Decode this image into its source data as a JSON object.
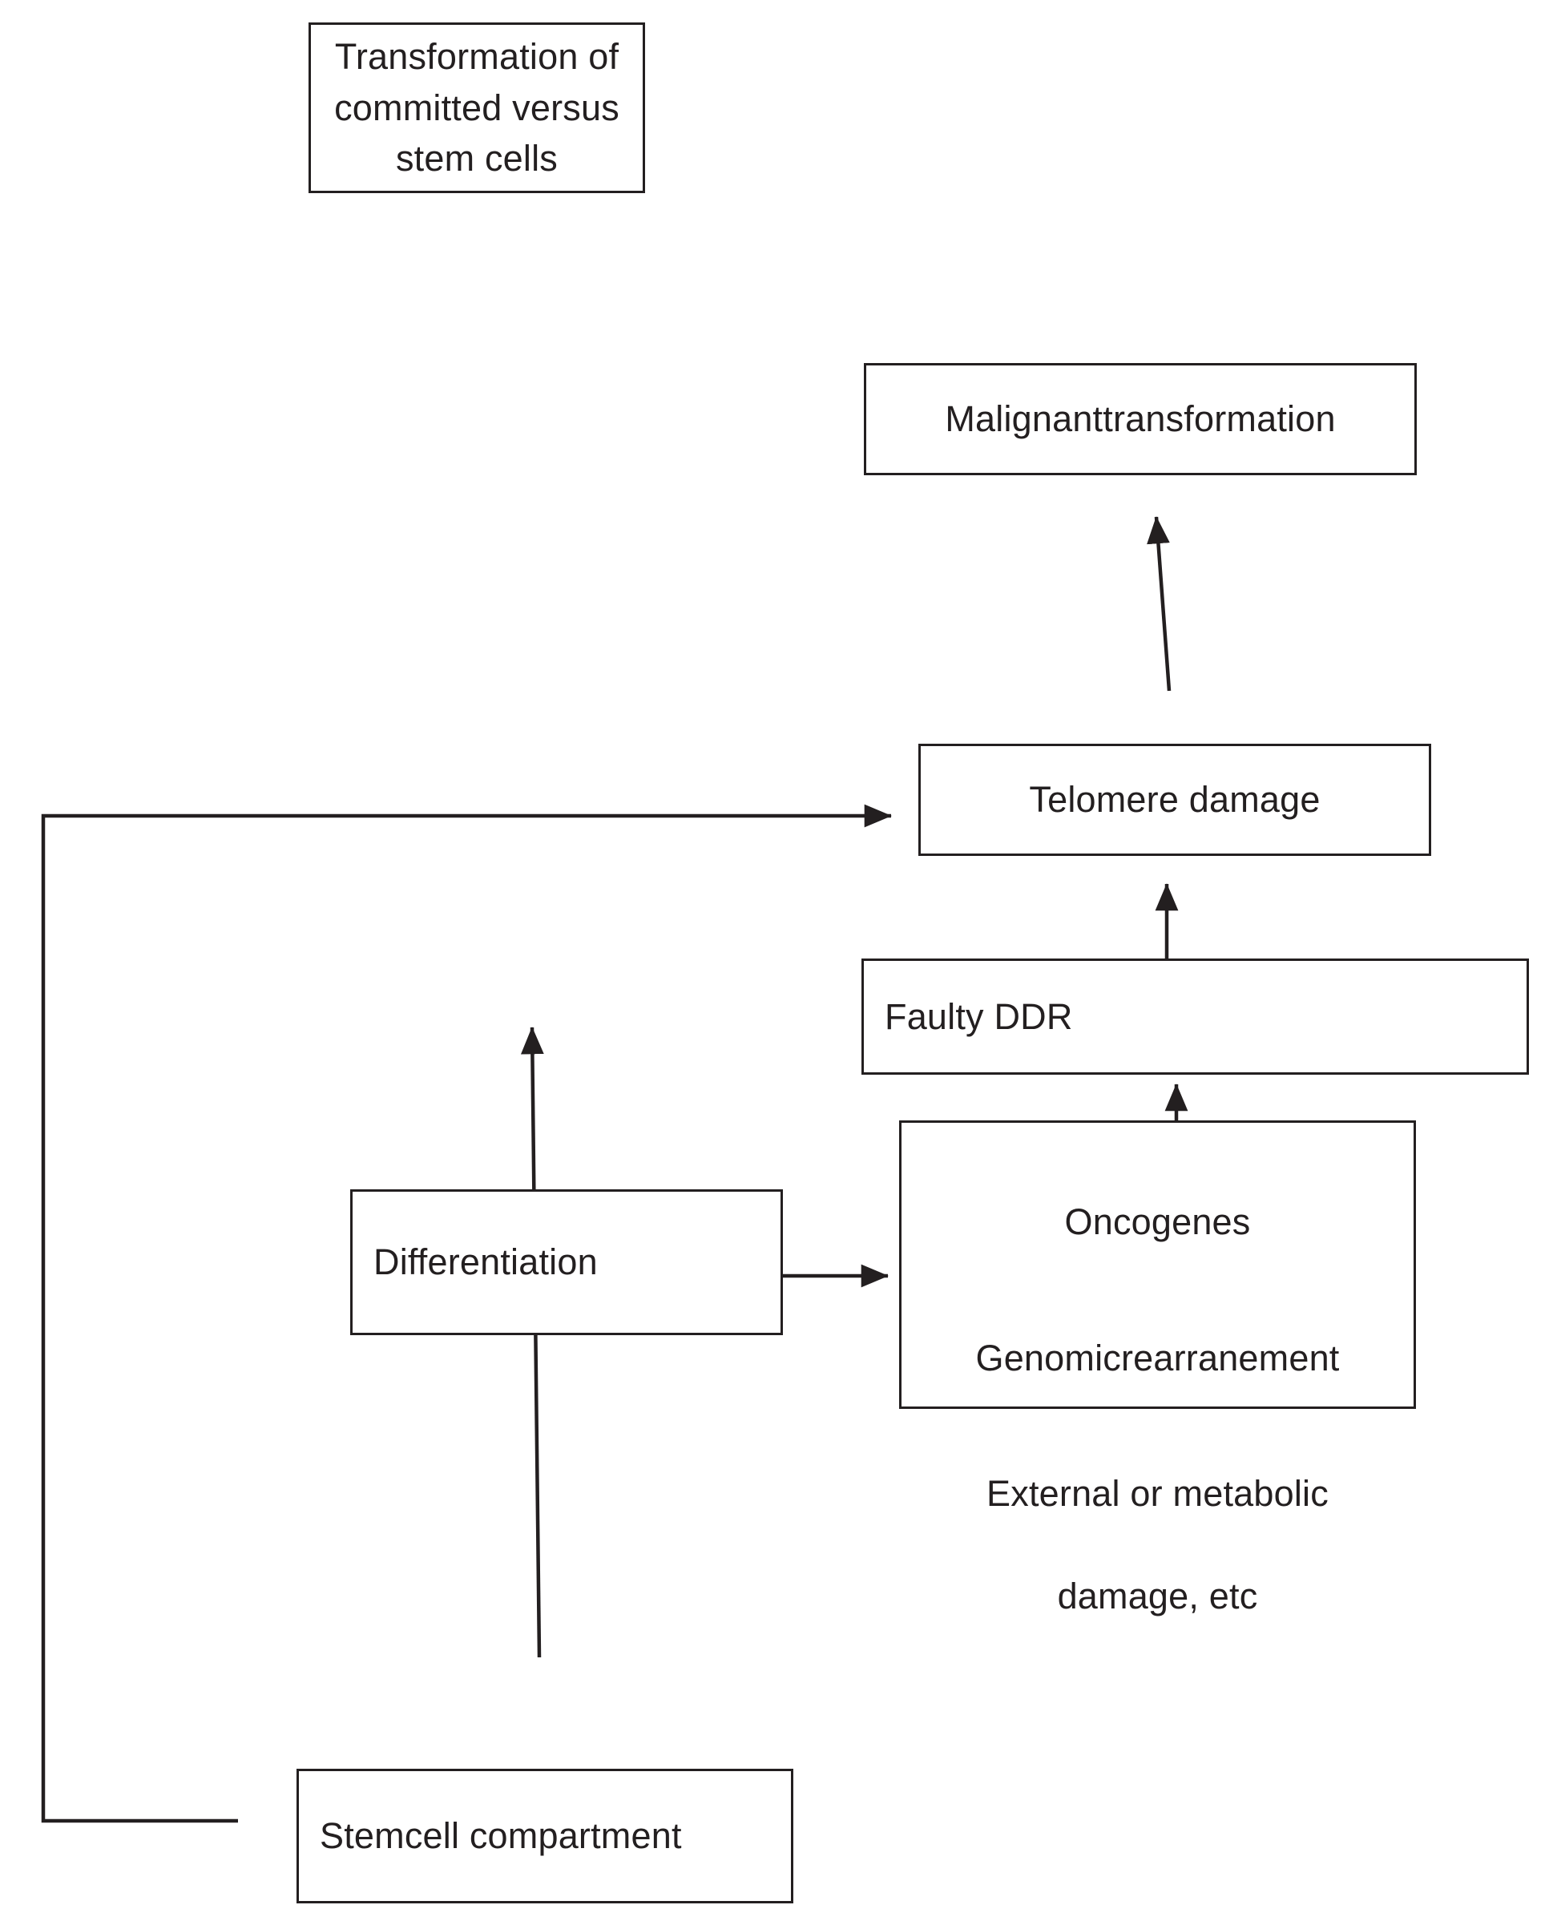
{
  "diagram": {
    "title_box": {
      "text": "Transformation of\ncommitted versus stem cells"
    },
    "nodes": [
      {
        "id": "title",
        "label": "Transformation of\ncommitted versus stem cells"
      },
      {
        "id": "malignant",
        "label": "Malignanttransformation"
      },
      {
        "id": "telomere",
        "label": "Telomere damage"
      },
      {
        "id": "faulty_ddr",
        "label": "Faulty DDR"
      },
      {
        "id": "causes",
        "label": "Oncogenes\nGenomicrearranement\nExternal or metabolic damage, etc"
      },
      {
        "id": "differentiation",
        "label": "Differentiation"
      },
      {
        "id": "stemcell",
        "label": "Stemcell compartment"
      }
    ],
    "causes_lines": [
      "Oncogenes",
      "Genomicrearranement",
      "External or metabolic",
      "damage, etc"
    ],
    "edges": [
      {
        "id": "telomere-to-malignant",
        "from": "telomere",
        "to": "malignant",
        "arrow": true
      },
      {
        "id": "faultyddr-to-telomere",
        "from": "faulty_ddr",
        "to": "telomere",
        "arrow": true
      },
      {
        "id": "causes-to-faultyddr",
        "from": "causes",
        "to": "faulty_ddr",
        "arrow": true
      },
      {
        "id": "differentiation-to-causes",
        "from": "differentiation",
        "to": "causes",
        "arrow": true
      },
      {
        "id": "stemcell-to-differentiation",
        "from": "stemcell",
        "to": "differentiation",
        "arrow": true
      },
      {
        "id": "stemcell-to-telomere",
        "from": "stemcell",
        "to": "telomere",
        "arrow": true
      }
    ],
    "colors": {
      "stroke": "#231f20",
      "background": "#ffffff",
      "text": "#231f20"
    }
  }
}
